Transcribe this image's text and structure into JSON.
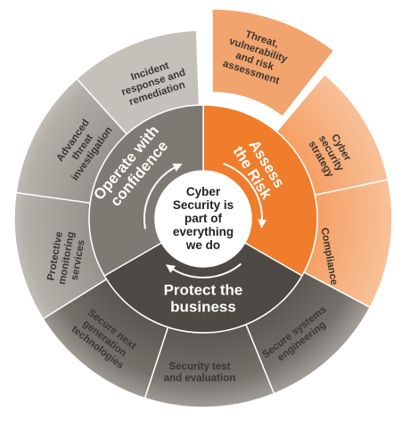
{
  "colors": {
    "orange_outer": "#f2a46e",
    "orange_highlight": "#f5893d",
    "orange_inner": "#ef7d2c",
    "grey_outer": "#aaa59e",
    "grey_light_outer": "#c5c0ba",
    "grey_inner": "#7e7972",
    "dark_inner": "#4d4944",
    "dark_outer": "#6c6761",
    "white": "#ffffff",
    "text_dark": "#3a3632"
  },
  "center": {
    "lines": [
      "Cyber",
      "Security is",
      "part of",
      "everything",
      "we do"
    ]
  },
  "inner_ring": [
    {
      "id": "assess",
      "lines": [
        "Assess",
        "the Risk"
      ]
    },
    {
      "id": "protect",
      "lines": [
        "Protect the",
        "business"
      ]
    },
    {
      "id": "operate",
      "lines": [
        "Operate with",
        "confidence"
      ]
    }
  ],
  "outer_ring": [
    {
      "id": "threat",
      "lines": [
        "Threat,",
        "vulnerability",
        "and risk",
        "assessment"
      ]
    },
    {
      "id": "strategy",
      "lines": [
        "Cyber",
        "security",
        "strategy"
      ]
    },
    {
      "id": "compliance",
      "lines": [
        "Compliance"
      ]
    },
    {
      "id": "engineering",
      "lines": [
        "Secure systems",
        "engineering"
      ]
    },
    {
      "id": "test",
      "lines": [
        "Security test",
        "and evaluation"
      ]
    },
    {
      "id": "nextgen",
      "lines": [
        "Secure next",
        "generation",
        "technologies"
      ]
    },
    {
      "id": "monitoring",
      "lines": [
        "Protective",
        "monitoring",
        "services"
      ]
    },
    {
      "id": "investigation",
      "lines": [
        "Advanced",
        "threat",
        "investigation"
      ]
    },
    {
      "id": "incident",
      "lines": [
        "Incident",
        "response and",
        "remediation"
      ]
    }
  ]
}
